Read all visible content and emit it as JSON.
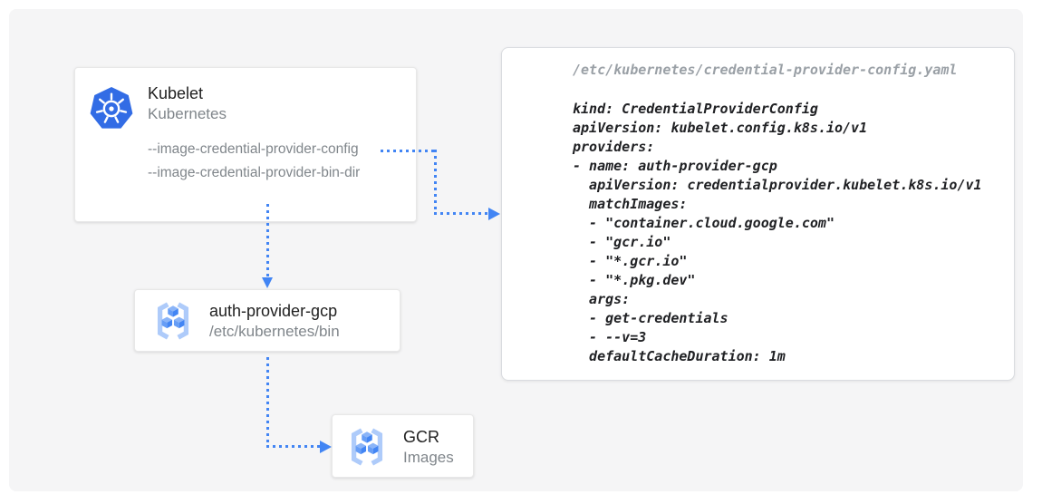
{
  "palette": {
    "page_background": "#ffffff",
    "board_background": "#f5f5f6",
    "card_background": "#ffffff",
    "accent_blue": "#4285f4",
    "kubernetes_blue": "#326ce5",
    "gcr_bracket_blue": "#aecbfa",
    "title_text": "#212121",
    "secondary_text": "#80868b",
    "code_text": "#202124",
    "code_path_text": "#9aa0a6"
  },
  "nodes": {
    "kubelet": {
      "title": "Kubelet",
      "subtitle": "Kubernetes",
      "icon": "kubernetes-icon",
      "flags": [
        "--image-credential-provider-config",
        "--image-credential-provider-bin-dir"
      ]
    },
    "auth_provider": {
      "title": "auth-provider-gcp",
      "subtitle": "/etc/kubernetes/bin",
      "icon": "gcr-icon"
    },
    "gcr": {
      "title": "GCR",
      "subtitle": "Images",
      "icon": "gcr-icon"
    }
  },
  "code_panel": {
    "path": "/etc/kubernetes/credential-provider-config.yaml",
    "yaml": "kind: CredentialProviderConfig\napiVersion: kubelet.config.k8s.io/v1\nproviders:\n- name: auth-provider-gcp\n  apiVersion: credentialprovider.kubelet.k8s.io/v1\n  matchImages:\n  - \"container.cloud.google.com\"\n  - \"gcr.io\"\n  - \"*.gcr.io\"\n  - \"*.pkg.dev\"\n  args:\n  - get-credentials\n  - --v=3\n  defaultCacheDuration: 1m"
  },
  "edges": [
    {
      "from": "kubelet --image-credential-provider-config",
      "to": "credential-provider-config.yaml panel",
      "style": "dotted-blue-arrow"
    },
    {
      "from": "Kubelet",
      "to": "auth-provider-gcp",
      "style": "dotted-blue-arrow"
    },
    {
      "from": "auth-provider-gcp",
      "to": "GCR Images",
      "style": "dotted-blue-arrow"
    }
  ]
}
